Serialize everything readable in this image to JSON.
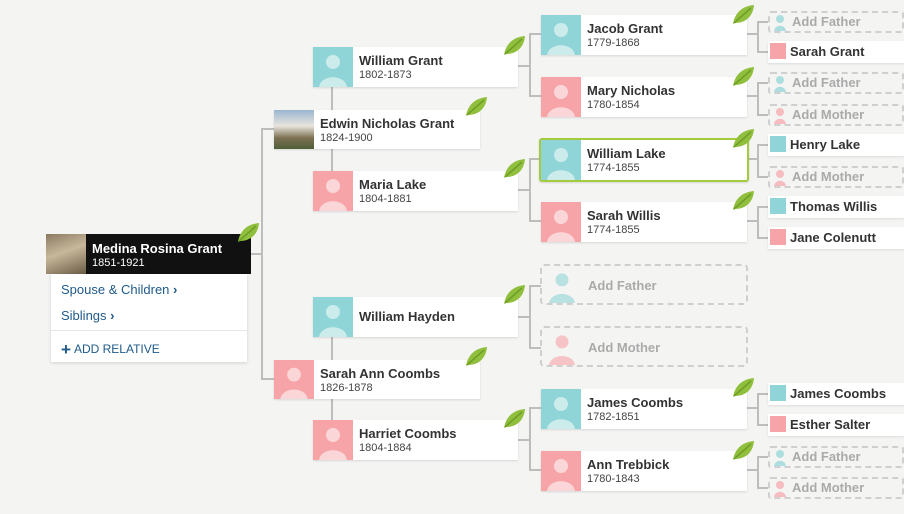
{
  "root": {
    "name": "Medina Rosina Grant",
    "dates": "1851-1921"
  },
  "menu": {
    "spouse": "Spouse & Children",
    "siblings": "Siblings",
    "add_relative": "ADD RELATIVE"
  },
  "gen1": {
    "father": {
      "name": "Edwin Nicholas Grant",
      "dates": "1824-1900"
    },
    "mother": {
      "name": "Sarah Ann Coombs",
      "dates": "1826-1878"
    }
  },
  "gen2": {
    "ff": {
      "name": "William Grant",
      "dates": "1802-1873"
    },
    "fm": {
      "name": "Maria Lake",
      "dates": "1804-1881"
    },
    "mf": {
      "name": "William Hayden",
      "dates": ""
    },
    "mm": {
      "name": "Harriet Coombs",
      "dates": "1804-1884"
    }
  },
  "gen3": {
    "a": {
      "name": "Jacob Grant",
      "dates": "1779-1868"
    },
    "b": {
      "name": "Mary Nicholas",
      "dates": "1780-1854"
    },
    "c": {
      "name": "William Lake",
      "dates": "1774-1855"
    },
    "d": {
      "name": "Sarah Willis",
      "dates": "1774-1855"
    },
    "e": {
      "name": "Add Father",
      "dates": ""
    },
    "f": {
      "name": "Add Mother",
      "dates": ""
    },
    "g": {
      "name": "James Coombs",
      "dates": "1782-1851"
    },
    "h": {
      "name": "Ann Trebbick",
      "dates": "1780-1843"
    }
  },
  "gen4": [
    "Add Father",
    "Sarah Grant",
    "Add Father",
    "Add Mother",
    "Henry Lake",
    "Add Mother",
    "Thomas Willis",
    "Jane Colenutt",
    "James Coombs",
    "Esther Salter",
    "Add Father",
    "Add Mother"
  ],
  "colors": {
    "male": "#8fd4d6",
    "female": "#f6a4a8",
    "hint": "#8fbf3c",
    "selected": "#a4cb3c",
    "link": "#1f5a8a"
  }
}
